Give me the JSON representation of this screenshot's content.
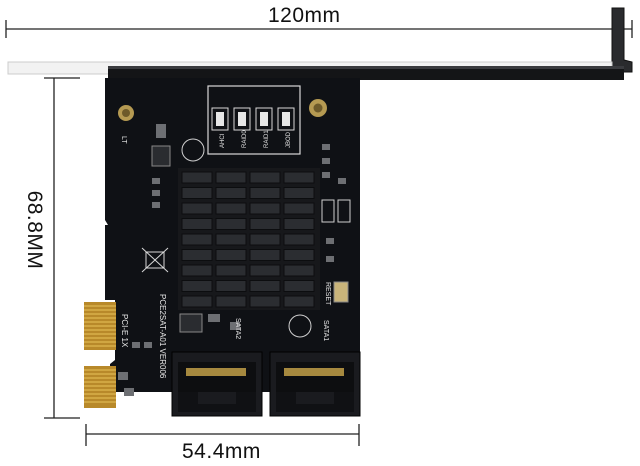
{
  "dimensions": {
    "width_label": "120mm",
    "height_label": "68.8MM",
    "bottom_label": "54.4mm"
  },
  "board_markings": {
    "model": "PCE2SAT-A01 VER006",
    "interface": "PCI-E 1X",
    "port1": "SATA1",
    "port2": "SATA2",
    "reset": "RESET",
    "switch_labels": [
      "AHCI",
      "RAID0",
      "RAID1",
      "JBOD"
    ],
    "led_label": "LT"
  },
  "colors": {
    "pcb": "#101216",
    "bracket": "#111214",
    "heatsink": "#1c1d21",
    "gold": "#c99a2e",
    "dimension_line": "#222222"
  }
}
